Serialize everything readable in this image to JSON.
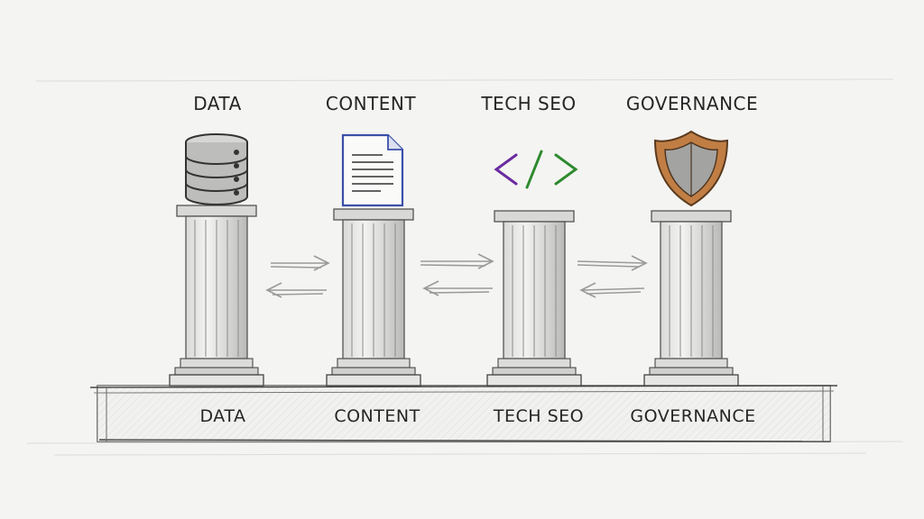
{
  "pillars": [
    {
      "name": "Data",
      "top_label": "DATA",
      "base_label": "DATA",
      "icon": "database-icon"
    },
    {
      "name": "Content",
      "top_label": "CONTENT",
      "base_label": "CONTENT",
      "icon": "document-icon"
    },
    {
      "name": "Tech SEO",
      "top_label": "TECH SEO",
      "base_label": "TECH SEO",
      "icon": "code-icon"
    },
    {
      "name": "Governance",
      "top_label": "GOVERNANCE",
      "base_label": "GOVERNANCE",
      "icon": "shield-icon"
    }
  ],
  "colors": {
    "background": "#f4f4f2",
    "pencil": "#3a3a3a",
    "document_accent": "#3b4fa8",
    "code_left": "#6a2ca0",
    "code_right": "#2e8a2e",
    "shield_outer": "#b8743a",
    "shield_inner": "#9a9a9a"
  }
}
